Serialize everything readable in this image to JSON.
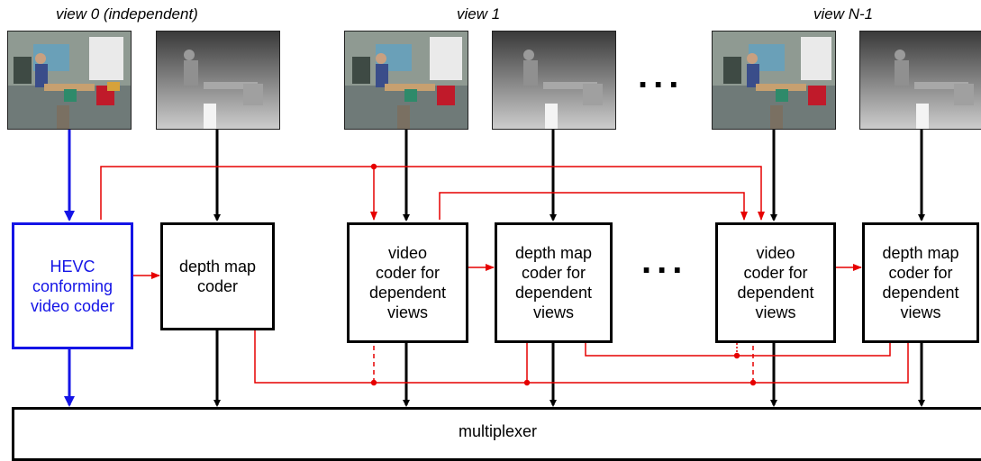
{
  "views": [
    {
      "label": "view 0 (independent)"
    },
    {
      "label": "view 1"
    },
    {
      "label": "view N-1"
    }
  ],
  "blocks": {
    "hevc": "HEVC\nconforming\nvideo coder",
    "depth_coder": "depth map\ncoder",
    "video_dep_1": "video\ncoder for\ndependent\nviews",
    "depth_dep_1": "depth map\ncoder for\ndependent\nviews",
    "video_dep_n": "video\ncoder for\ndependent\nviews",
    "depth_dep_n": "depth map\ncoder for\ndependent\nviews"
  },
  "multiplexer": "multiplexer",
  "ellipsis": "...",
  "colors": {
    "hevc_blue": "#1414e6",
    "dependency_red": "#e60000",
    "flow_black": "#000000"
  },
  "images": [
    "video-frame",
    "depth-map",
    "video-frame",
    "depth-map",
    "video-frame",
    "depth-map"
  ]
}
